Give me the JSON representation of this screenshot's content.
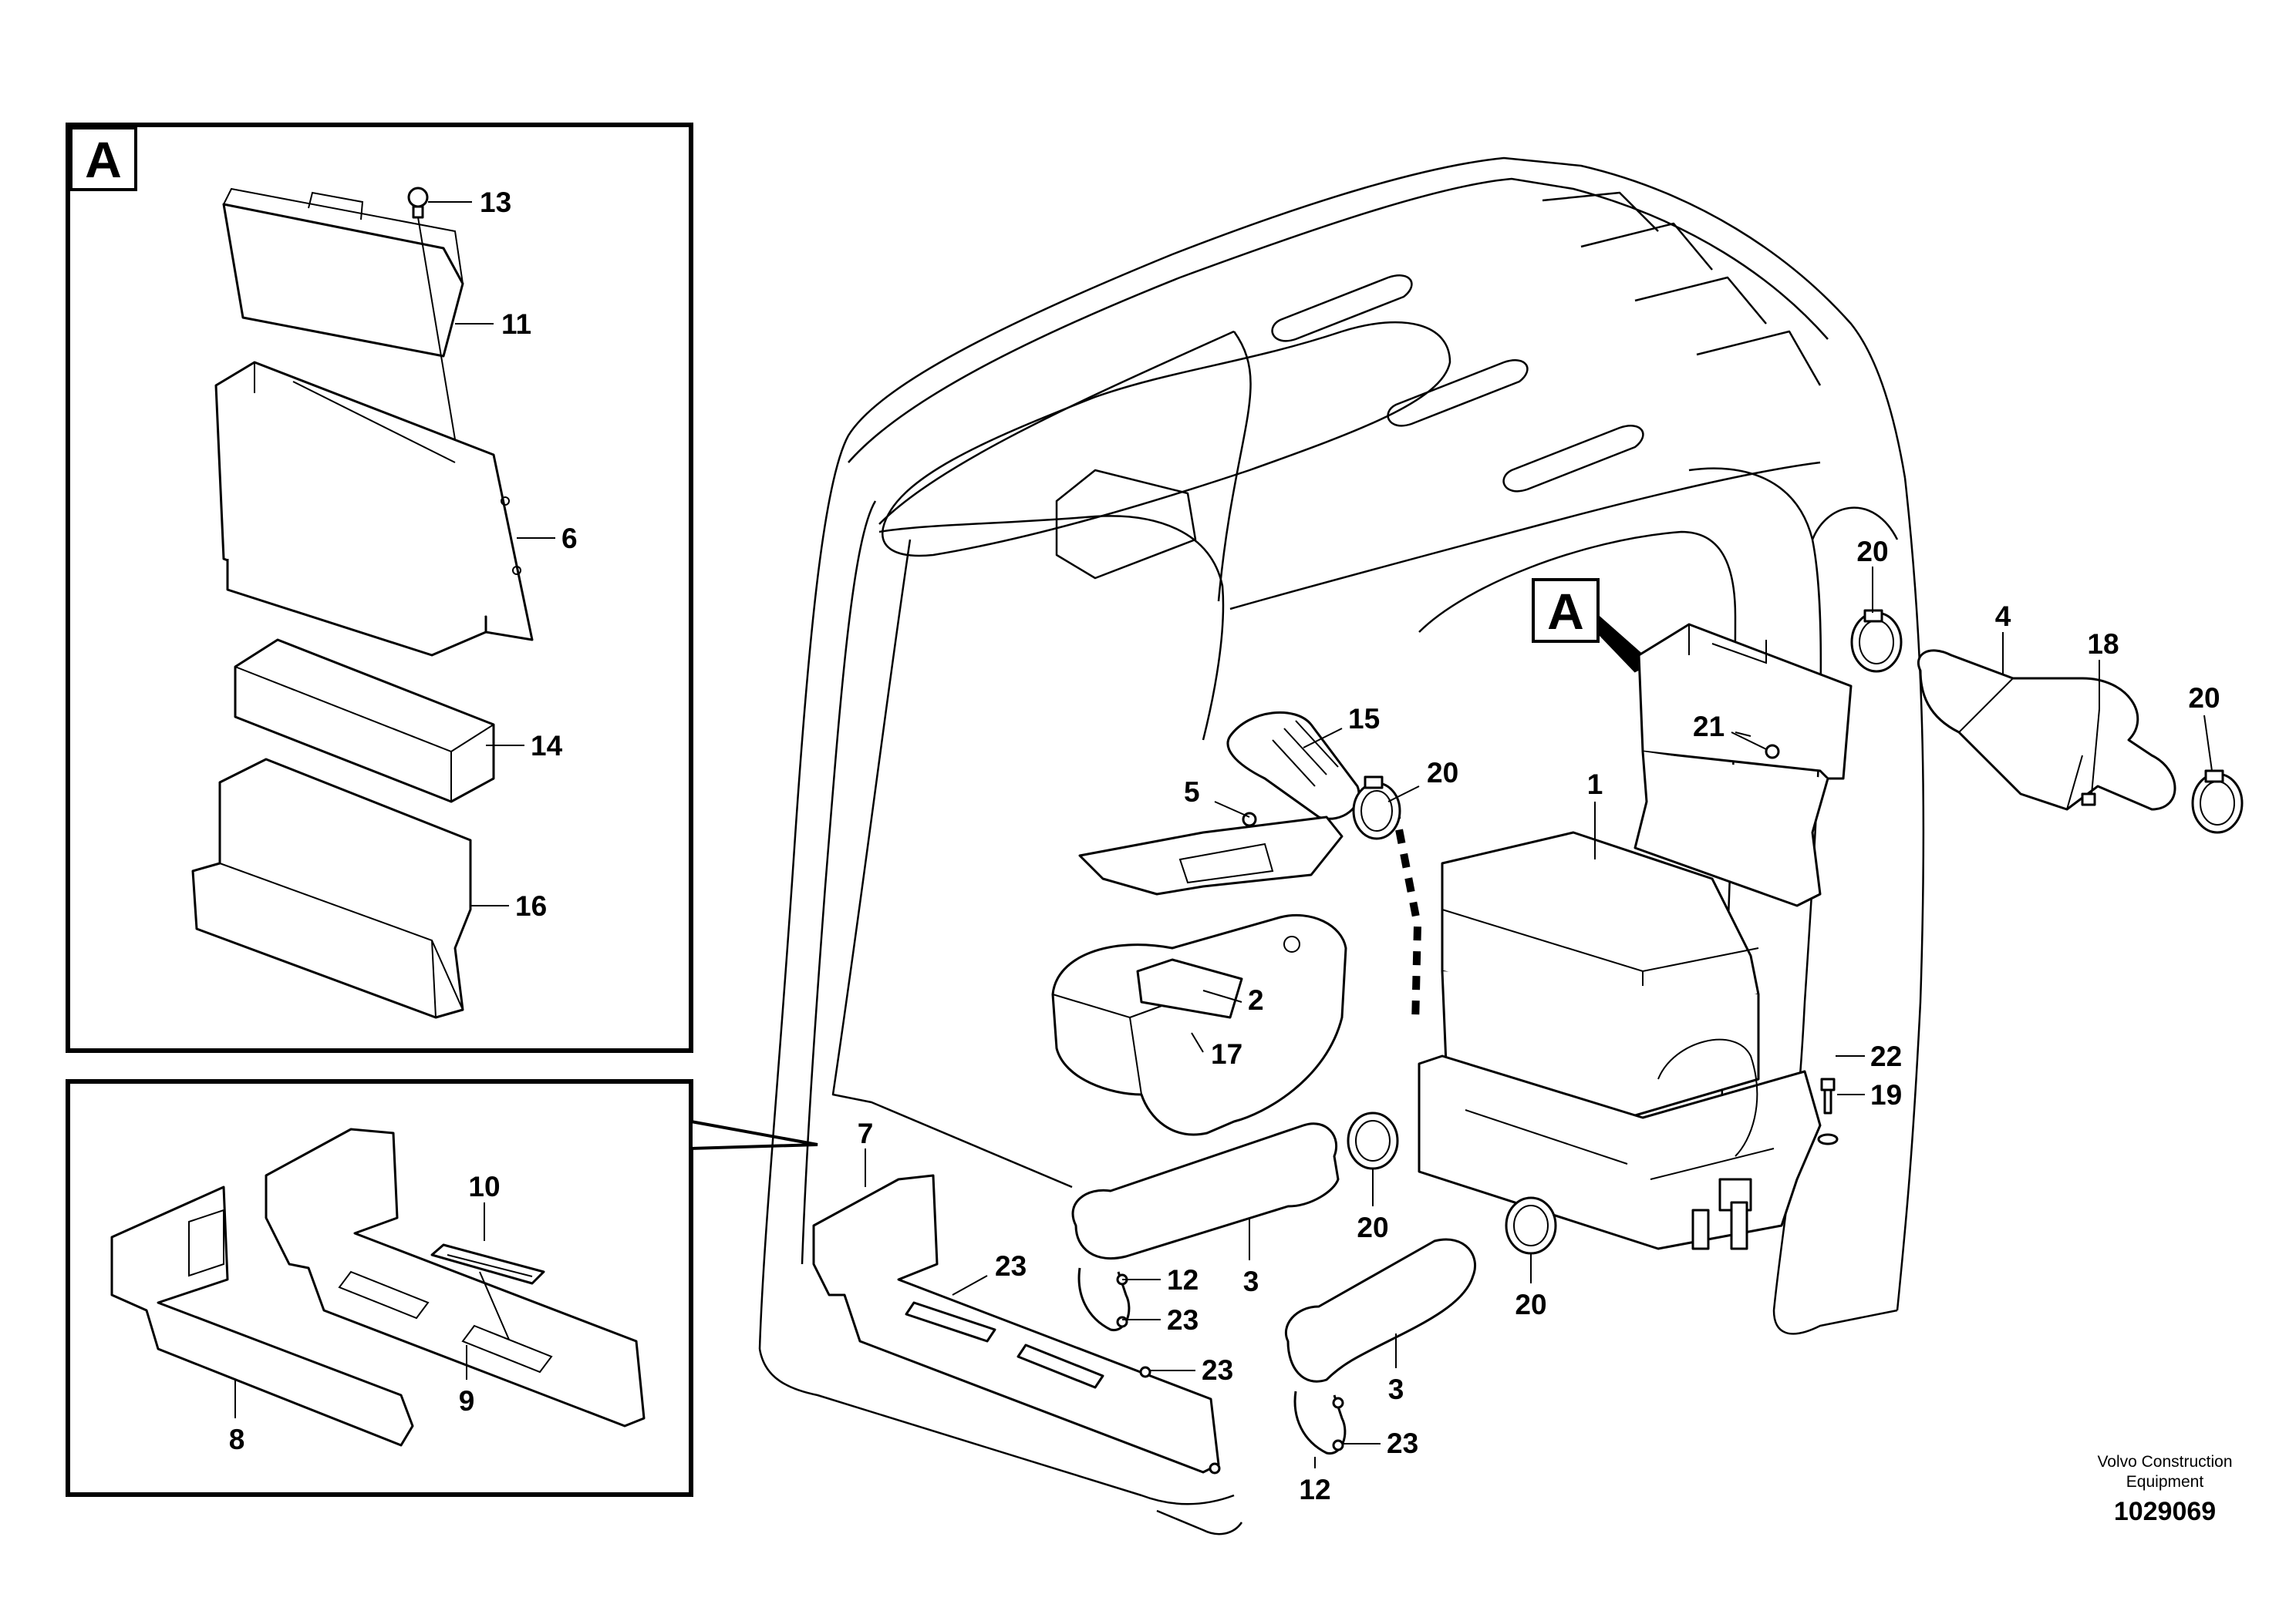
{
  "view_label": "A",
  "footer": {
    "brand_line1": "Volvo Construction",
    "brand_line2": "Equipment",
    "doc_number": "1029069"
  },
  "callouts": {
    "c1": "1",
    "c2": "2",
    "c3a": "3",
    "c3b": "3",
    "c4": "4",
    "c5": "5",
    "c6": "6",
    "c7": "7",
    "c8": "8",
    "c9": "9",
    "c10": "10",
    "c11": "11",
    "c12a": "12",
    "c12b": "12",
    "c13": "13",
    "c14": "14",
    "c15": "15",
    "c16": "16",
    "c17": "17",
    "c18": "18",
    "c19": "19",
    "c20a": "20",
    "c20b": "20",
    "c20c": "20",
    "c20d": "20",
    "c20e": "20",
    "c21": "21",
    "c22": "22",
    "c23a": "23",
    "c23b": "23",
    "c23c": "23",
    "c23d": "23"
  }
}
